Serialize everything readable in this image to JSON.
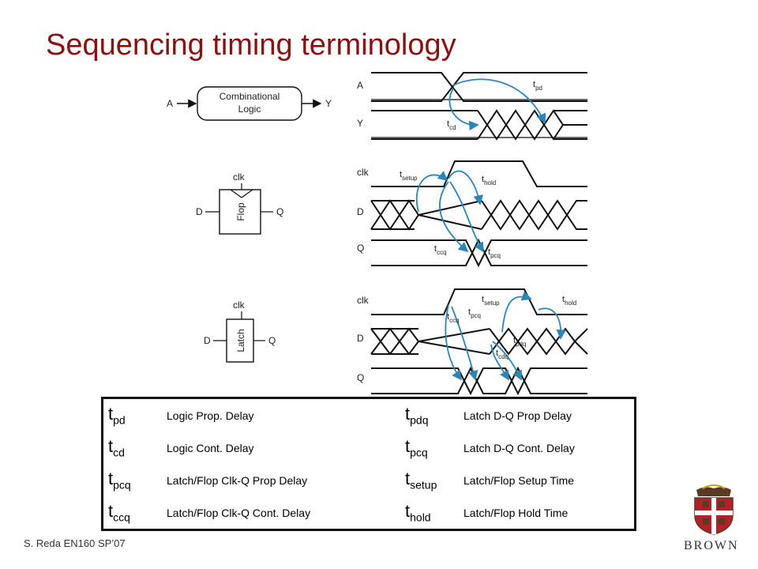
{
  "slide": {
    "title": "Sequencing timing terminology",
    "footer": "S. Reda EN160 SP’07"
  },
  "diagram": {
    "comb": {
      "input": "A",
      "output": "Y",
      "box_line1": "Combinational",
      "box_line2": "Logic"
    },
    "flop": {
      "clk": "clk",
      "d": "D",
      "q": "Q",
      "box": "Flop"
    },
    "latch": {
      "clk": "clk",
      "d": "D",
      "q": "Q",
      "box": "Latch"
    },
    "waves": {
      "comb_signals": [
        "A",
        "Y"
      ],
      "flop_signals": [
        "clk",
        "D",
        "Q"
      ],
      "latch_signals": [
        "clk",
        "D",
        "Q"
      ]
    },
    "annotations": {
      "comb": [
        {
          "t": "t",
          "s": "pd"
        },
        {
          "t": "t",
          "s": "cd"
        }
      ],
      "flop": [
        {
          "t": "t",
          "s": "setup"
        },
        {
          "t": "t",
          "s": "hold"
        },
        {
          "t": "t",
          "s": "ccq"
        },
        {
          "t": "t",
          "s": "pcq"
        }
      ],
      "latch": [
        {
          "t": "t",
          "s": "ccq"
        },
        {
          "t": "t",
          "s": "pcq"
        },
        {
          "t": "t",
          "s": "setup"
        },
        {
          "t": "t",
          "s": "hold"
        },
        {
          "t": "t",
          "s": "pdq"
        },
        {
          "t": "t",
          "s": "cdq"
        }
      ]
    },
    "arrow_color": "#2b86b8"
  },
  "table": {
    "rows": [
      {
        "sym1": "t",
        "sub1": "pd",
        "desc1": "Logic Prop. Delay",
        "sym2": "t",
        "sub2": "pdq",
        "desc2": "Latch D-Q Prop Delay"
      },
      {
        "sym1": "t",
        "sub1": "cd",
        "desc1": "Logic Cont. Delay",
        "sym2": "t",
        "sub2": "pcq",
        "desc2": "Latch D-Q Cont. Delay"
      },
      {
        "sym1": "t",
        "sub1": "pcq",
        "desc1": "Latch/Flop Clk-Q Prop Delay",
        "sym2": "t",
        "sub2": "setup",
        "desc2": "Latch/Flop Setup Time"
      },
      {
        "sym1": "t",
        "sub1": "ccq",
        "desc1": "Latch/Flop Clk-Q Cont. Delay",
        "sym2": "t",
        "sub2": "hold",
        "desc2": "Latch/Flop Hold Time"
      }
    ]
  },
  "logo": {
    "text": "BROWN",
    "colors": {
      "red": "#b3202a",
      "brown": "#5a3a22",
      "gold": "#c9a227"
    }
  },
  "colors": {
    "title": "#8b1111",
    "arrow": "#2b86b8"
  }
}
